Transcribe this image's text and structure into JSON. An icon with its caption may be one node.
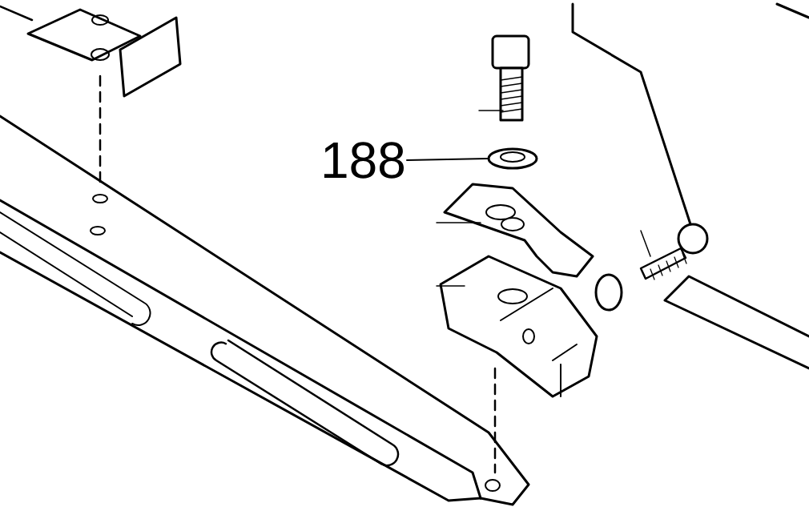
{
  "diagram": {
    "nodes": [
      {
        "text": [
          "188"
        ]
      },
      {
        "text": [],
        "shape": "picture"
      }
    ],
    "edges": [
      {
        "from": 0,
        "to": 1,
        "arrow": "none"
      }
    ]
  }
}
